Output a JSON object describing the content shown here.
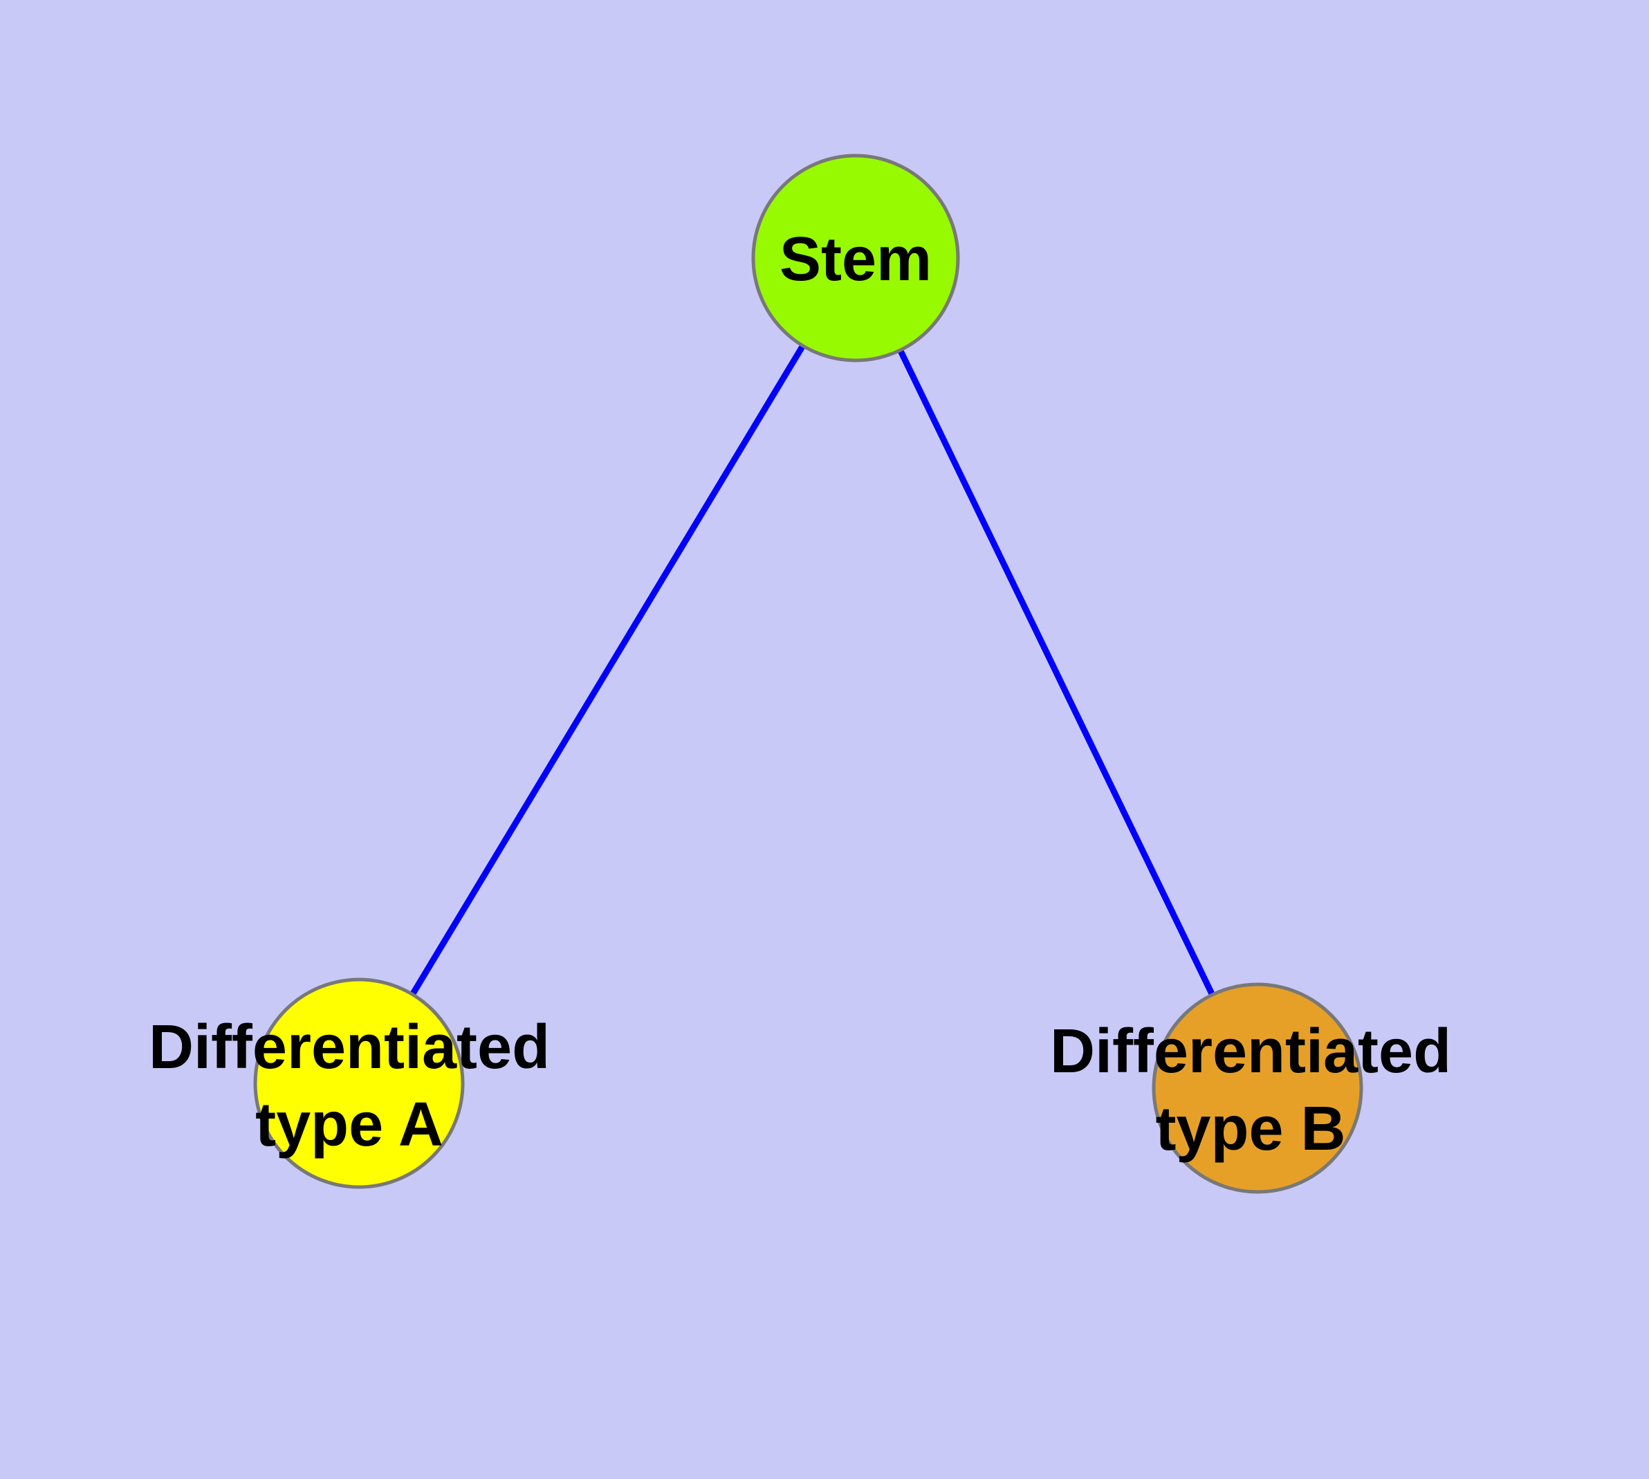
{
  "diagram": {
    "background_color": "#C9C9F7",
    "edge_color": "#0000FF",
    "node_border_color": "#787878",
    "nodes": [
      {
        "id": "stem",
        "label": "Stem",
        "fill_color": "#97FA00"
      },
      {
        "id": "differentiated-type-a",
        "label": "Differentiated\ntype A",
        "fill_color": "#FFFF00"
      },
      {
        "id": "differentiated-type-b",
        "label": "Differentiated\ntype B",
        "fill_color": "#E6A028"
      }
    ],
    "edges": [
      {
        "from": "Stem",
        "to": "Differentiated type A"
      },
      {
        "from": "Stem",
        "to": "Differentiated type B"
      }
    ]
  }
}
